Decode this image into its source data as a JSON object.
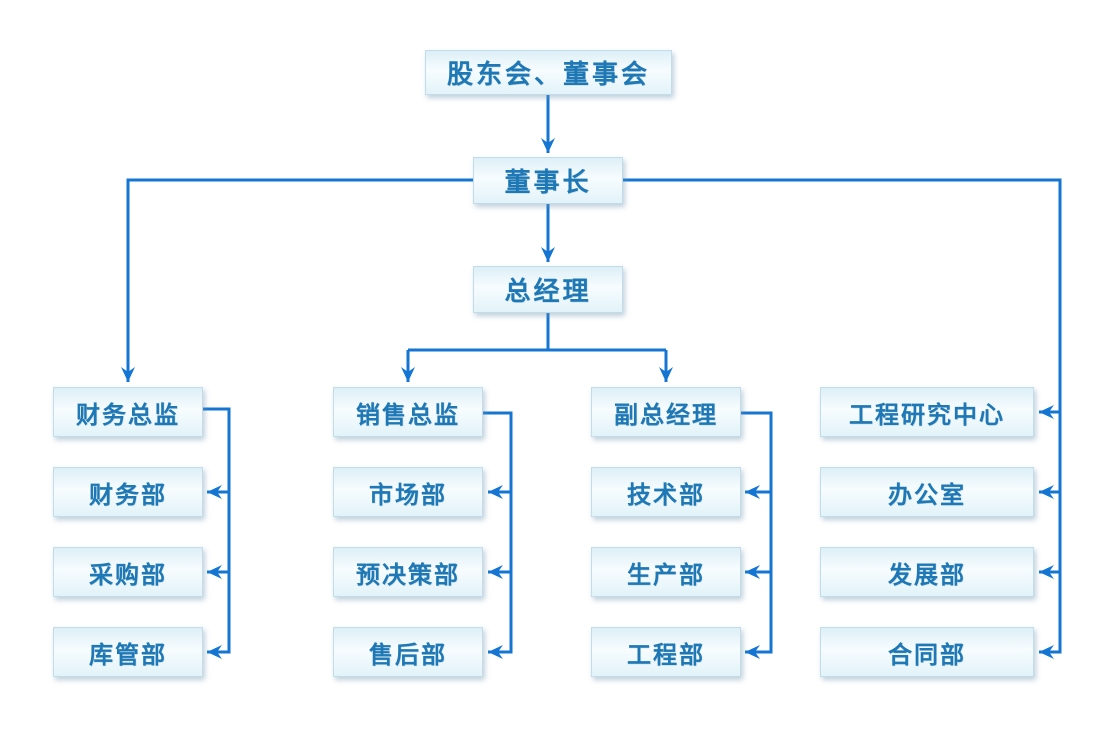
{
  "colors": {
    "connector": "#1475d2",
    "node_text": "#1d78b5",
    "node_border": "#c3dcea",
    "node_fill_top": "#ddeff7",
    "node_fill_mid": "#f7fcfe",
    "node_fill_bottom": "#e2f3f9",
    "background": "#ffffff"
  },
  "org": {
    "root": {
      "label": "股东会、董事会"
    },
    "chairman": {
      "label": "董事长"
    },
    "general_manager": {
      "label": "总经理"
    },
    "columns": [
      {
        "head": "财务总监",
        "departments": [
          "财务部",
          "采购部",
          "库管部"
        ]
      },
      {
        "head": "销售总监",
        "departments": [
          "市场部",
          "预决策部",
          "售后部"
        ]
      },
      {
        "head": "副总经理",
        "departments": [
          "技术部",
          "生产部",
          "工程部"
        ]
      },
      {
        "head": "工程研究中心",
        "departments": [
          "办公室",
          "发展部",
          "合同部"
        ]
      }
    ]
  }
}
